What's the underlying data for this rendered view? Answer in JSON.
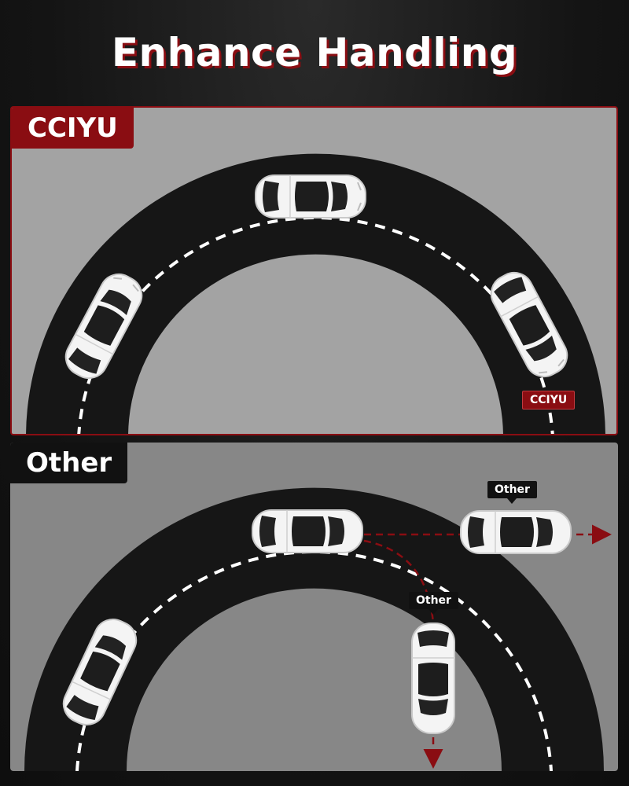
{
  "title": "Enhance Handling",
  "panels": {
    "brand": {
      "label": "CCIYU",
      "marker": "CCIYU"
    },
    "other": {
      "label": "Other",
      "marker_a": "Other",
      "marker_b": "Other"
    }
  },
  "colors": {
    "accent": "#8a0d12",
    "road": "#161616",
    "panel_top": "#a3a3a3",
    "panel_bottom": "#878787",
    "car": "#f4f4f4"
  },
  "icons": [
    "car-icon",
    "arrow-right-icon",
    "arrow-down-icon"
  ]
}
